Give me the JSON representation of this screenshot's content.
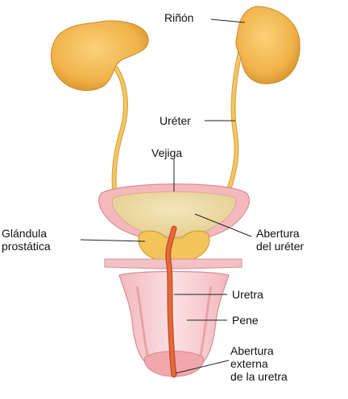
{
  "labels": {
    "kidney": "Riñón",
    "ureter": "Uréter",
    "bladder": "Vejiga",
    "prostate": "Glándula\nprostática",
    "ureter_opening": "Abertura\ndel uréter",
    "urethra": "Uretra",
    "penis": "Pene",
    "external_opening": "Abertura\nexterna\nde la uretra"
  },
  "colors": {
    "kidney": "#f0b248",
    "kidney_edge": "#d9902a",
    "ureter": "#f3c866",
    "bladder_wall": "#f3b9bd",
    "bladder_inner": "#eed9a6",
    "tissue_pink": "#f4c2c6",
    "urethra": "#e46a3a",
    "prostate": "#f2c45a",
    "leader": "#222222"
  }
}
